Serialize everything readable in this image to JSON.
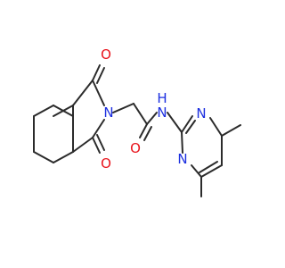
{
  "molecule": {
    "atoms": {
      "o_top": {
        "symbol": "O",
        "color": "#e8141c"
      },
      "o_bottom": {
        "symbol": "O",
        "color": "#e8141c"
      },
      "o_amide": {
        "symbol": "O",
        "color": "#e8141c"
      },
      "n_imide": {
        "symbol": "N",
        "color": "#1c2fe0"
      },
      "n_amide": {
        "symbol": "N",
        "color": "#1c2fe0"
      },
      "h_amide": {
        "symbol": "H",
        "color": "#1c2fe0"
      },
      "n_pyr_top": {
        "symbol": "N",
        "color": "#1c2fe0"
      },
      "n_pyr_bot": {
        "symbol": "N",
        "color": "#1c2fe0"
      }
    },
    "bond_color": "#2b2b2b"
  }
}
